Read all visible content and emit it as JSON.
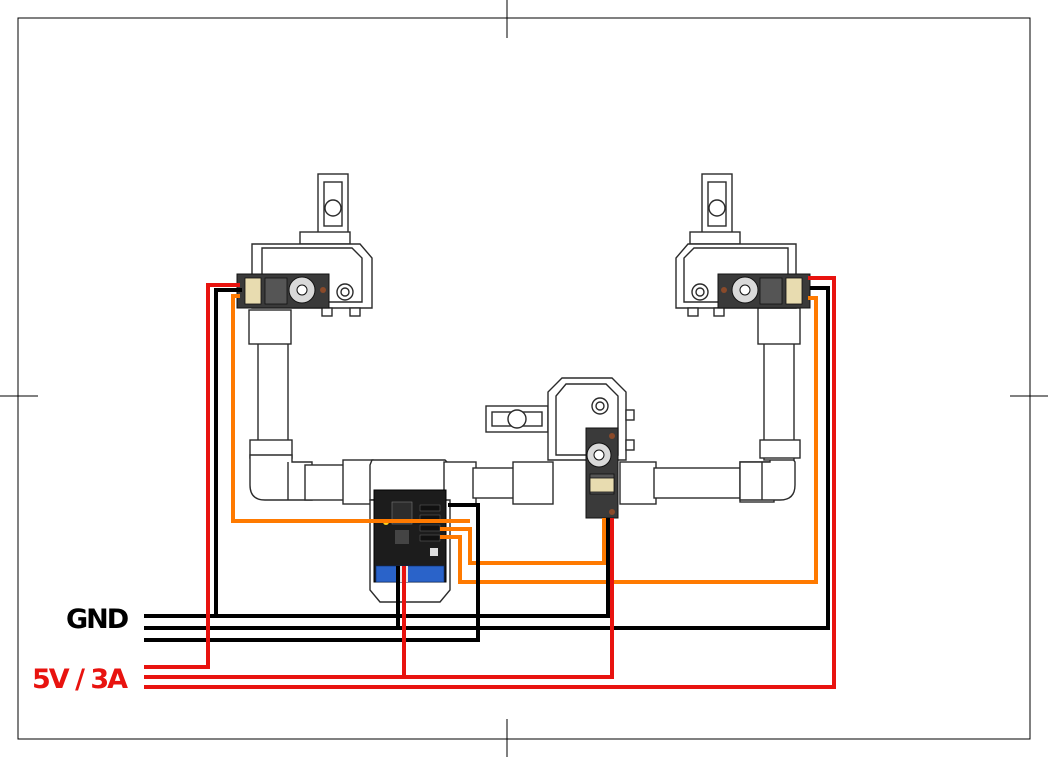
{
  "labels": {
    "gnd": "GND",
    "power": "5V / 3A"
  },
  "colors": {
    "ground": "#000000",
    "power": "#e8130f",
    "signal": "#ff7a00",
    "pipe": "#ffffff",
    "outline": "#2b2b2b",
    "servo_body": "#3a3a3a",
    "servo_label": "#e8dcb0",
    "board": "#1c1c1c",
    "terminal": "#2a63c9"
  },
  "components": {
    "servos": [
      "left-servo",
      "right-servo",
      "center-servo"
    ],
    "controller": "servo-driver-board"
  }
}
